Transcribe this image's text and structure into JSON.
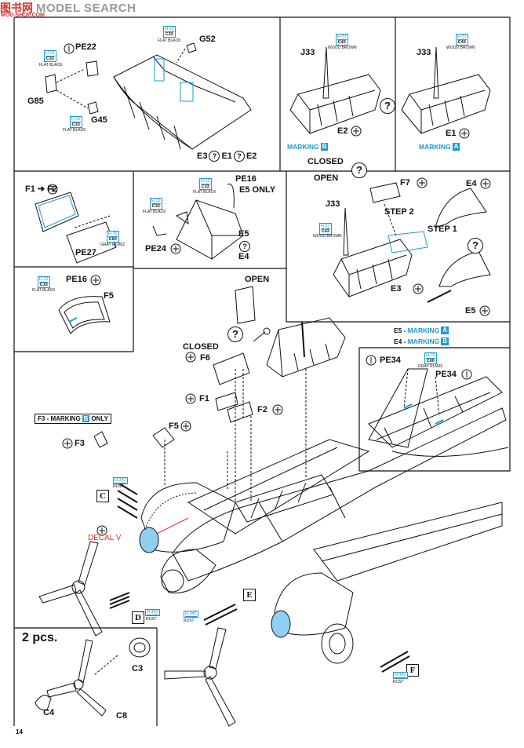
{
  "watermark": {
    "part1": "图书网",
    "part2": "MODEL SEARCH",
    "part3": "MOD-SHOP.COM"
  },
  "page_number": "14",
  "colors": {
    "accent": "#1c9ad6",
    "ink": "#111111",
    "decal": "#d9302a"
  },
  "paint": {
    "c33": {
      "code": "H 12",
      "name": "C33",
      "desc": "FLAT BLACK"
    },
    "c43": {
      "code": "H 37",
      "name": "C43",
      "desc": "WOOD BROWN"
    },
    "c60": {
      "code": "H 70",
      "name": "C60",
      "desc": "GRAY RLM02"
    },
    "rust": {
      "code": "H 342",
      "desc": "RUST"
    }
  },
  "labels": {
    "pe22": "PE22",
    "g52": "G52",
    "g85": "G85",
    "g45": "G45",
    "e3": "E3",
    "e1": "E1",
    "e2": "E2",
    "j33": "J33",
    "marking": "MARKING",
    "a": "A",
    "b": "B",
    "closed": "CLOSED",
    "open": "OPEN",
    "f1": "F1",
    "f2": "F2",
    "pe27": "PE27",
    "pe16": "PE16",
    "e5only": "E5 ONLY",
    "pe24": "PE24",
    "e5": "E5",
    "e4": "E4",
    "f7": "F7",
    "step2": "STEP 2",
    "step1": "STEP 1",
    "f5": "F5",
    "f6": "F6",
    "f3": "F3",
    "e5mark": "E5 - ",
    "e4mark": "E4 - ",
    "pe34": "PE34",
    "f3only_pre": "F3 - MARKING",
    "f3only_post": "ONLY",
    "decal": "DECAL V",
    "c": "C",
    "d": "D",
    "e": "E",
    "f": "F",
    "twopcs": "2 pcs.",
    "c3": "C3",
    "c4": "C4",
    "c8": "C8",
    "q": "?"
  }
}
